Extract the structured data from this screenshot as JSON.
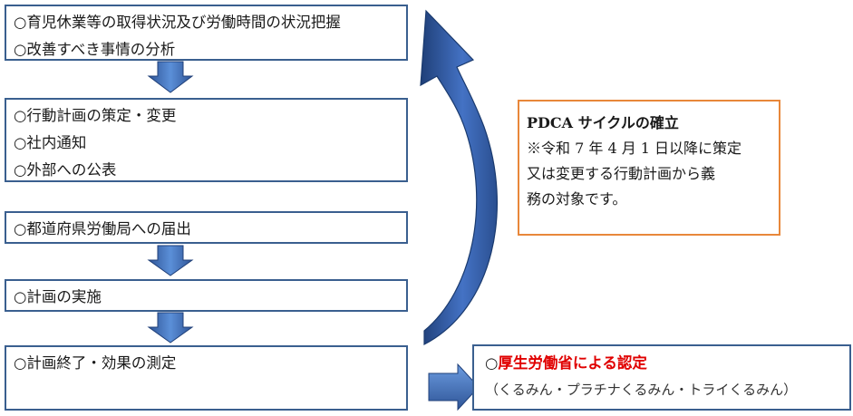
{
  "steps": [
    {
      "lines": [
        "○育児休業等の取得状況及び労働時間の状況把握",
        "○改善すべき事情の分析"
      ]
    },
    {
      "lines": [
        "○行動計画の策定・変更",
        "○社内通知",
        "○外部への公表"
      ]
    },
    {
      "lines": [
        "○都道府県労働局への届出"
      ]
    },
    {
      "lines": [
        "○計画の実施"
      ]
    },
    {
      "lines": [
        "○計画終了・効果の測定"
      ]
    }
  ],
  "note": {
    "title": "PDCA サイクルの確立",
    "lines": [
      "※令和 7 年 4 月 1 日以降に策定",
      "又は変更する行動計画から義",
      "務の対象です。"
    ]
  },
  "certification": {
    "mark": "○",
    "title": "厚生労働省による認定",
    "subtitle": "（くるみん・プラチナくるみん・トライくるみん）"
  },
  "colors": {
    "box_border": "#3a5f8f",
    "note_border": "#e8873a",
    "arrow_fill": "#4472c4",
    "arrow_dark": "#1f3f78",
    "cert_title": "#e00000"
  }
}
